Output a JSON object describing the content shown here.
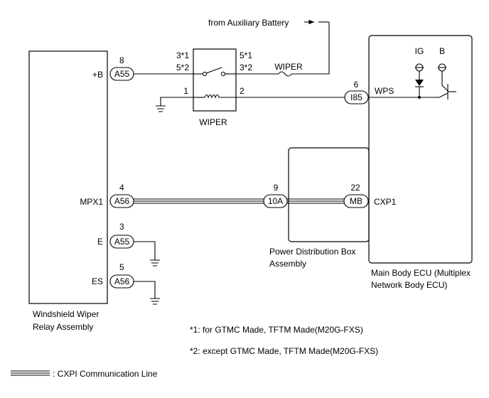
{
  "source_label": "from Auxiliary Battery",
  "relay_assembly": {
    "name_line1": "Windshield Wiper",
    "name_line2": "Relay Assembly",
    "terminals": [
      {
        "pin": "8",
        "connector": "A55",
        "label": "+B"
      },
      {
        "pin": "4",
        "connector": "A56",
        "label": "MPX1"
      },
      {
        "pin": "3",
        "connector": "A55",
        "label": "E"
      },
      {
        "pin": "5",
        "connector": "A56",
        "label": "ES"
      }
    ]
  },
  "wiper_relay": {
    "name": "WIPER",
    "switch_in_pins": [
      "3*1",
      "5*2"
    ],
    "switch_out_pins": [
      "5*1",
      "3*2"
    ],
    "coil_in_pin": "1",
    "coil_out_pin": "2"
  },
  "wiper_fuse": {
    "name": "WIPER"
  },
  "power_distribution_box": {
    "name_line1": "Power Distribution Box",
    "name_line2": "Assembly",
    "pin": "9",
    "connector": "10A"
  },
  "main_body_ecu": {
    "name_line1": "Main Body ECU (Multiplex",
    "name_line2": "Network Body ECU)",
    "terminals": [
      {
        "pin": "6",
        "connector": "I85",
        "label": "WPS"
      },
      {
        "pin": "22",
        "connector": "MB",
        "label": "CXP1"
      }
    ],
    "inputs": [
      "IG",
      "B"
    ]
  },
  "notes": [
    "*1: for GTMC Made, TFTM Made(M20G-FXS)",
    "*2: except GTMC Made, TFTM Made(M20G-FXS)"
  ],
  "legend": {
    "label": ": CXPI Communication Line"
  }
}
